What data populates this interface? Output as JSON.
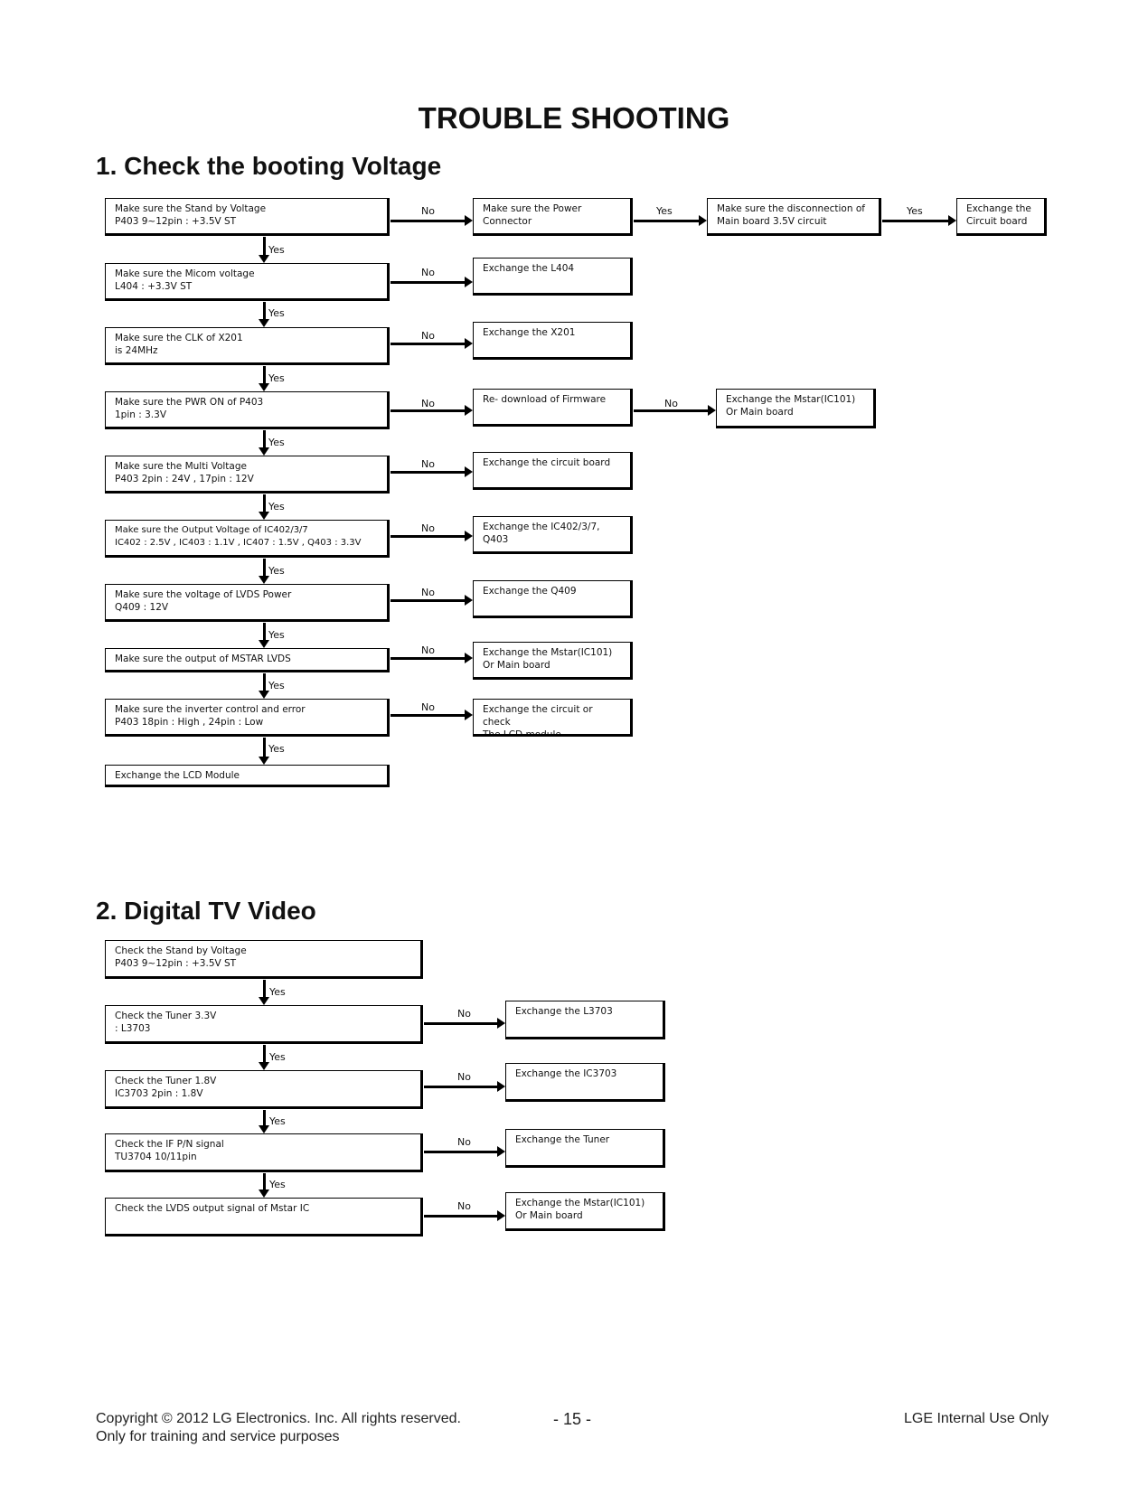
{
  "header": {
    "title": "TROUBLE SHOOTING"
  },
  "section1": {
    "heading": "1. Check the booting Voltage",
    "labels": {
      "yes": "Yes",
      "no": "No"
    },
    "main": [
      "Make sure the Stand by Voltage\nP403 9~12pin : +3.5V ST",
      "Make sure the Micom voltage\nL404 : +3.3V ST",
      "Make sure the CLK of X201\nis 24MHz",
      "Make sure the PWR ON of P403\n1pin : 3.3V",
      "Make sure the Multi Voltage\nP403 2pin : 24V , 17pin : 12V",
      "Make sure the Output Voltage of IC402/3/7\nIC402 : 2.5V , IC403 : 1.1V , IC407 : 1.5V , Q403 : 3.3V",
      "Make sure the voltage of LVDS Power\nQ409 : 12V",
      "Make sure the output of MSTAR LVDS",
      "Make sure the inverter control and error\nP403 18pin : High , 24pin : Low",
      "Exchange the LCD Module"
    ],
    "side": [
      "Make sure the Power\nConnector",
      "Exchange the L404",
      "Exchange the X201",
      "Re- download of Firmware",
      "Exchange the circuit board",
      "Exchange the IC402/3/7,\nQ403",
      "Exchange the Q409",
      "Exchange the Mstar(IC101)\nOr Main board",
      "Exchange the circuit or check\nThe LCD module"
    ],
    "extra": {
      "row1_b3": "Make sure the disconnection of\nMain board 3.5V circuit",
      "row1_b4": "Exchange the\nCircuit board",
      "row4_b3": "Exchange the Mstar(IC101)\nOr Main board"
    }
  },
  "section2": {
    "heading": "2. Digital TV Video",
    "labels": {
      "yes": "Yes",
      "no": "No"
    },
    "main": [
      "Check the Stand by Voltage\nP403 9~12pin : +3.5V ST",
      "Check the Tuner 3.3V\n: L3703",
      "Check the Tuner 1.8V\nIC3703 2pin : 1.8V",
      "Check the IF P/N signal\nTU3704 10/11pin",
      "Check the LVDS output signal of Mstar IC"
    ],
    "side": [
      "Exchange the L3703",
      "Exchange the IC3703",
      "Exchange the Tuner",
      "Exchange the Mstar(IC101)\nOr Main board"
    ]
  },
  "footer": {
    "copyright": "Copyright © 2012 LG Electronics. Inc. All rights reserved.",
    "purpose": "Only for training and service purposes",
    "page": "- 15 -",
    "internal": "LGE Internal Use Only"
  }
}
